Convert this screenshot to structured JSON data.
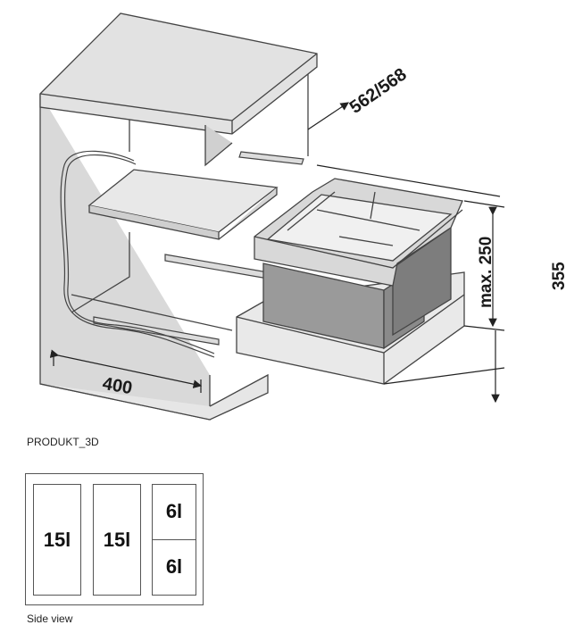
{
  "dimensions": {
    "width": "400",
    "depth": "562/568",
    "height_max": "max. 250",
    "height_total": "355"
  },
  "captions": {
    "drawing": "PRODUKT_3D",
    "plan": "Side view"
  },
  "bins": [
    {
      "label": "15l"
    },
    {
      "label": "15l"
    },
    {
      "label": "6l"
    },
    {
      "label": "6l"
    }
  ]
}
